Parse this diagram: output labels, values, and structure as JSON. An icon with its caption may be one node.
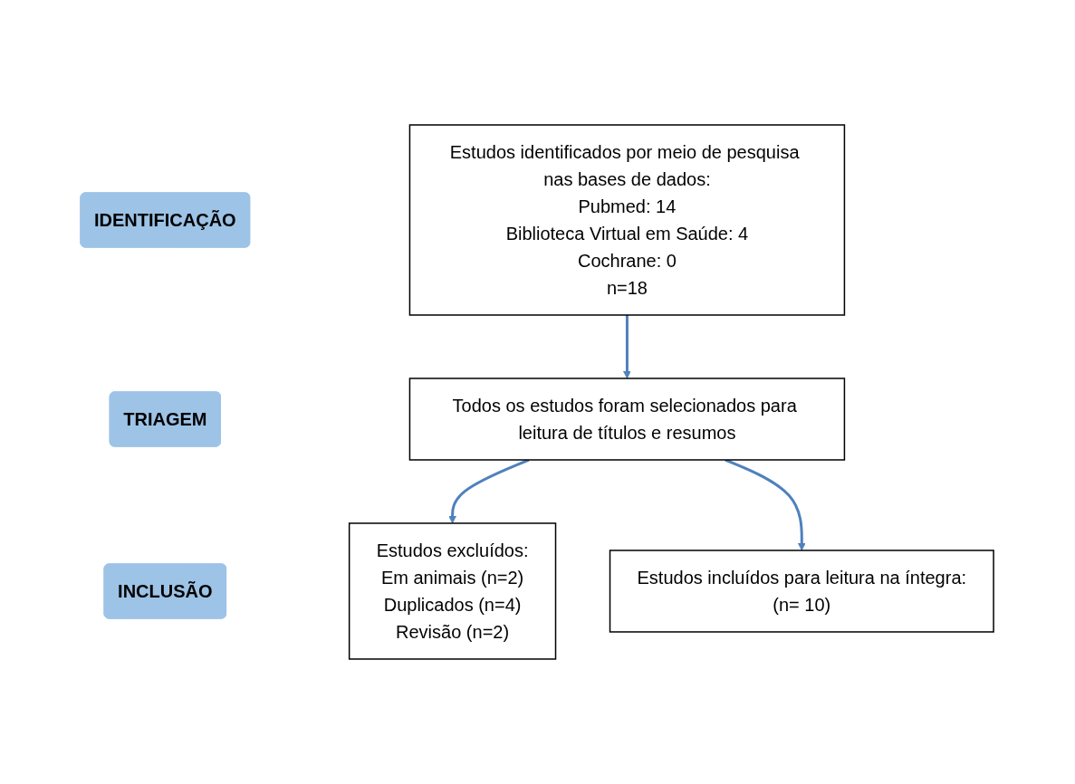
{
  "diagram": {
    "nodes": [
      {
        "text": [
          "IDENTIFICAÇÃO"
        ]
      },
      {
        "text": [
          "Estudos identificados por meio de pesquisa nas bases de dados:",
          "Pubmed: 14",
          "Biblioteca Virtual em Saúde: 4",
          "Cochrane: 0",
          "n=18"
        ]
      },
      {
        "text": [
          "TRIAGEM"
        ]
      },
      {
        "text": [
          "Todos os estudos foram selecionados para leitura de títulos e resumos"
        ]
      },
      {
        "text": [
          "Estudos excluídos:",
          "Em animais (n=2)",
          "Duplicados (n=4)",
          "Revisão (n=2)"
        ]
      },
      {
        "text": [
          "INCLUSÃO"
        ]
      },
      {
        "text": [
          "Estudos incluídos para leitura na íntegra:",
          "(n= 10)"
        ]
      }
    ],
    "edges": [
      {
        "from": 1,
        "to": 3,
        "arrow": "to",
        "color": "#4f81bd"
      },
      {
        "from": 3,
        "to": 4,
        "arrow": "to",
        "color": "#4f81bd"
      },
      {
        "from": 3,
        "to": 6,
        "arrow": "to",
        "color": "#4f81bd"
      }
    ]
  }
}
